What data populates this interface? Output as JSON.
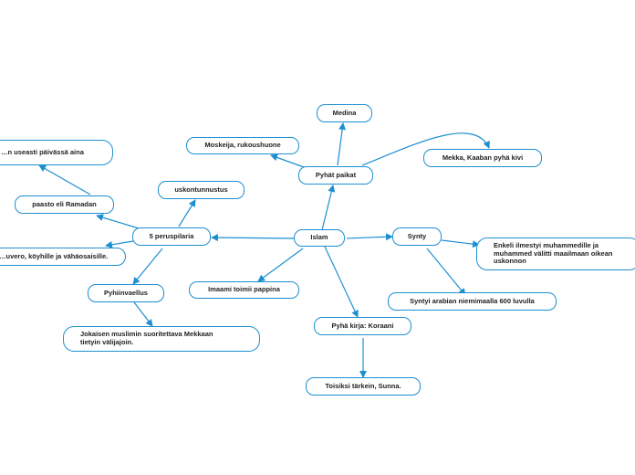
{
  "nodes": {
    "islam": "Islam",
    "peruspilaria": "5 peruspilaria",
    "pyhat_paikat": "Pyhät paikat",
    "medina": "Medina",
    "moskeija": "Moskeija, rukoushuone",
    "mekka": "Mekka, Kaaban pyhä kivi",
    "synty": "Synty",
    "enkeli": "Enkeli ilmestyi muhammedille ja muhammed välitti maailmaan oikean uskonnon",
    "syntyi": "Syntyi arabian niemimaalla 600 luvulla",
    "koraani": "Pyhä kirja: Koraani",
    "sunna": "Toisiksi tärkein, Sunna.",
    "imaami": "Imaami toimii pappina",
    "uskontunnustus": "uskontunnustus",
    "paasto": "paasto eli Ramadan",
    "rukous": "…n useasti päivässä aina",
    "almuvero": "…uvero, köyhille ja vähäosaisille.",
    "pyhiinvaellus": "Pyhiinvaellus",
    "jokaisen": "Jokaisen muslimin suoritettava Mekkaan tietyin välijajoin."
  },
  "colors": {
    "line": "#1d8fd0",
    "text": "#222222"
  }
}
